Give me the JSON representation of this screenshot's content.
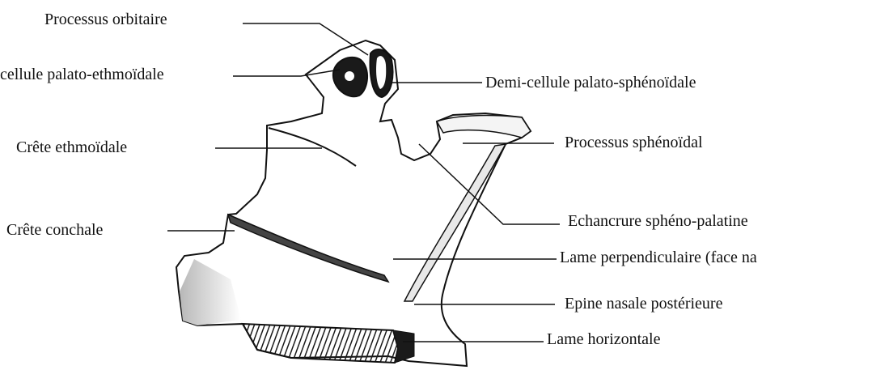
{
  "labels": {
    "processus_orbitaire": "Processus orbitaire",
    "cellule_palato_ethmoidale": "cellule palato-ethmoïdale",
    "demi_cellule_palato_sphenoidale": "Demi-cellule palato-sphénoïdale",
    "crete_ethmoidale": "Crête ethmoïdale",
    "processus_sphenoidal": "Processus sphénoïdal",
    "crete_conchale": "Crête conchale",
    "echancrure_spheno_palatine": "Echancrure sphéno-palatine",
    "lame_perpendiculaire": "Lame perpendiculaire (face na",
    "epine_nasale_posterieure": "Epine nasale postérieure",
    "lame_horizontale": "Lame horizontale"
  },
  "colors": {
    "ink": "#111111",
    "bone_fill": "#ffffff",
    "shade": "#c8c8c8",
    "dark": "#1a1a1a"
  }
}
